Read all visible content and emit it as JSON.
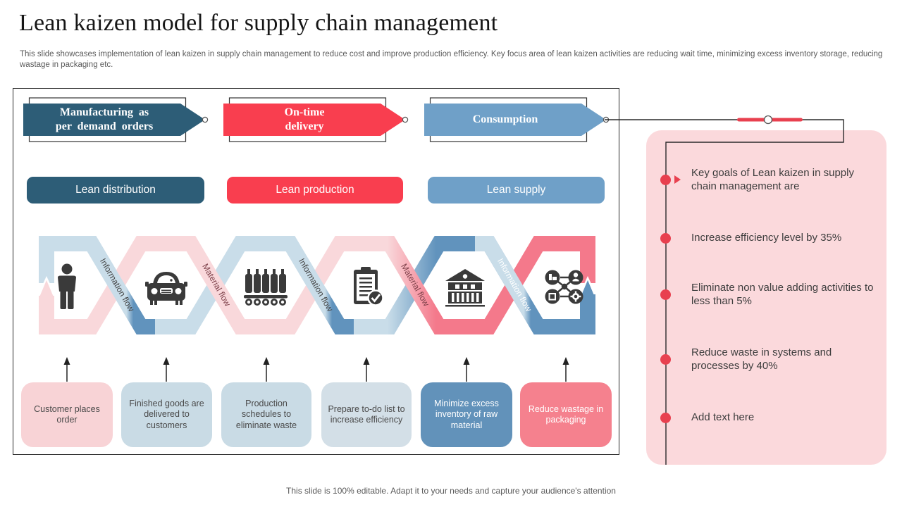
{
  "slide": {
    "title": "Lean kaizen model for supply chain management",
    "description": "This slide showcases implementation of lean kaizen in supply chain management to reduce cost and improve production efficiency. Key focus area of lean kaizen activities are reducing wait time, minimizing excess inventory storage, reducing wastage in packaging etc.",
    "footer": "This slide is 100% editable. Adapt it to your needs and capture your audience's attention"
  },
  "banners": [
    {
      "label": "Manufacturing  as\nper demand  orders",
      "color": "#2d5d77"
    },
    {
      "label": "On-time\ndelivery",
      "color": "#f93e4f"
    },
    {
      "label": "Consumption",
      "color": "#6fa0c8"
    }
  ],
  "lean_buttons": [
    {
      "label": "Lean distribution",
      "color": "#2d5d77"
    },
    {
      "label": "Lean production",
      "color": "#f93e4f"
    },
    {
      "label": "Lean supply",
      "color": "#6fa0c8"
    }
  ],
  "flow_labels": [
    {
      "text": "Information flow",
      "variant": "pale-blue"
    },
    {
      "text": "Material flow",
      "variant": "pale-pink"
    },
    {
      "text": "Information flow",
      "variant": "pale-blue"
    },
    {
      "text": "Material flow",
      "variant": "pink-strong"
    },
    {
      "text": "Information flow",
      "variant": "blue-strong"
    }
  ],
  "flow_icons": [
    "person-icon",
    "delivery-car-icon",
    "bottling-line-icon",
    "checklist-icon",
    "warehouse-icon",
    "network-icon"
  ],
  "process_boxes": [
    {
      "text": "Customer places order"
    },
    {
      "text": "Finished goods are delivered to customers"
    },
    {
      "text": "Production schedules to eliminate waste"
    },
    {
      "text": "Prepare to-do list to increase efficiency"
    },
    {
      "text": "Minimize excess inventory of raw material"
    },
    {
      "text": "Reduce wastage in packaging"
    }
  ],
  "goals_panel": {
    "items": [
      {
        "text": "Key goals of Lean kaizen in supply chain management are"
      },
      {
        "text": "Increase  efficiency level  by 35%"
      },
      {
        "text": "Eliminate non value adding activities to less than 5%"
      },
      {
        "text": "Reduce waste in systems and processes by 40%"
      },
      {
        "text": "Add text here"
      }
    ]
  },
  "colors": {
    "dark_blue": "#2d5d77",
    "red": "#f93e4f",
    "light_blue": "#6fa0c8",
    "panel_pink": "#fbd9dc",
    "bullet_red": "#e8404f",
    "pale_blue_ribbon": "#c9dde9",
    "pale_pink_ribbon": "#f9d8db",
    "strong_blue_ribbon": "#6193bd",
    "strong_pink_ribbon": "#f4798b"
  }
}
